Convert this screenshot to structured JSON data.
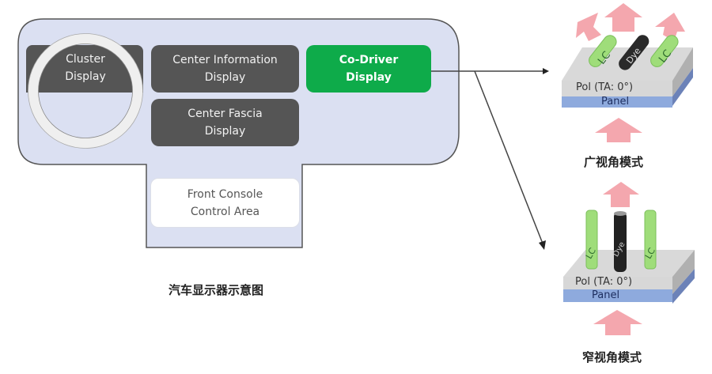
{
  "dashboard": {
    "cluster": {
      "line1": "Cluster",
      "line2": "Display"
    },
    "cid": {
      "line1": "Center Information",
      "line2": "Display"
    },
    "cfd": {
      "line1": "Center Fascia",
      "line2": "Display"
    },
    "codriver": {
      "line1": "Co-Driver",
      "line2": "Display"
    },
    "console": {
      "line1": "Front Console",
      "line2": "Control Area"
    },
    "caption": "汽车显示器示意图"
  },
  "wide_mode": {
    "lc_left": "LC",
    "dye": "Dye",
    "lc_right": "LC",
    "pol": "Pol (TA: 0°)",
    "panel": "Panel",
    "caption": "广视角模式"
  },
  "narrow_mode": {
    "lc_left": "LC",
    "dye": "Dye",
    "lc_right": "LC",
    "pol": "Pol (TA: 0°)",
    "panel": "Panel",
    "caption": "窄视角模式"
  },
  "colors": {
    "dashboard_fill": "#dbe0f2",
    "dark_box": "#555555",
    "codriver": "#0eab4a",
    "arrow_pink": "#f4a0a8",
    "lc_green": "#9ee07a",
    "panel_blue": "#8fa8dc"
  }
}
